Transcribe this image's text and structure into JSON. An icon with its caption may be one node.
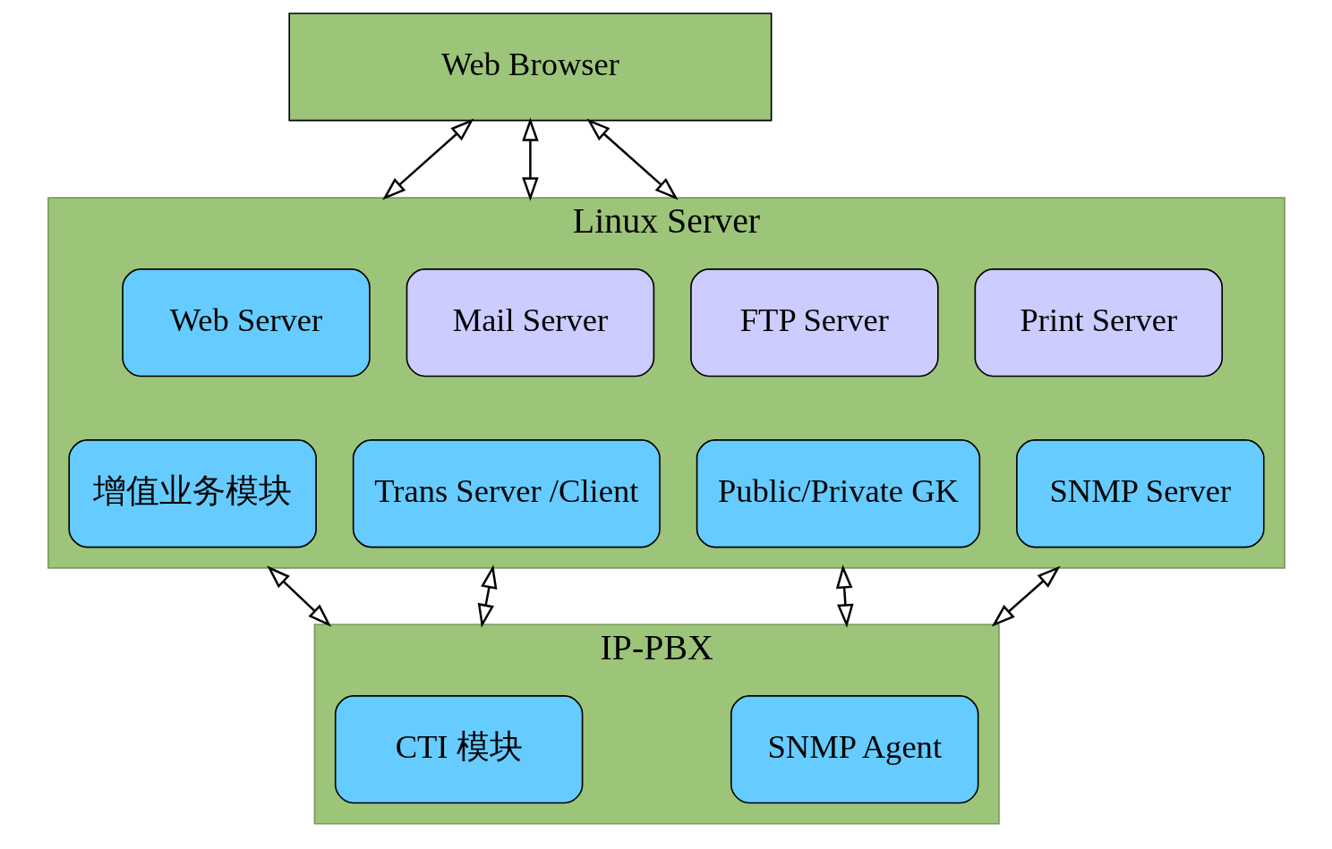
{
  "diagram": {
    "nodes": [
      {
        "text": [
          "Web Browser"
        ]
      },
      {
        "text": [
          "Linux Server"
        ]
      },
      {
        "text": [
          "Web Server"
        ],
        "in": 1
      },
      {
        "text": [
          "Mail Server"
        ],
        "in": 1
      },
      {
        "text": [
          "FTP Server"
        ],
        "in": 1
      },
      {
        "text": [
          "Print Server"
        ],
        "in": 1
      },
      {
        "text": [
          "增值业务模块"
        ],
        "in": 1
      },
      {
        "text": [
          "Trans Server /Client"
        ],
        "in": 1
      },
      {
        "text": [
          "Public/Private GK"
        ],
        "in": 1
      },
      {
        "text": [
          "SNMP Server"
        ],
        "in": 1
      },
      {
        "text": [
          "IP-PBX"
        ]
      },
      {
        "text": [
          "CTI 模块"
        ],
        "in": 10
      },
      {
        "text": [
          "SNMP Agent"
        ],
        "in": 10
      }
    ],
    "edges": [
      {
        "from": 0,
        "to": 1,
        "arrow": "both"
      },
      {
        "from": 0,
        "to": 1,
        "arrow": "both"
      },
      {
        "from": 0,
        "to": 1,
        "arrow": "both"
      },
      {
        "from": 1,
        "to": 10,
        "arrow": "both"
      },
      {
        "from": 1,
        "to": 10,
        "arrow": "both"
      },
      {
        "from": 1,
        "to": 10,
        "arrow": "both"
      },
      {
        "from": 1,
        "to": 10,
        "arrow": "both"
      }
    ]
  }
}
